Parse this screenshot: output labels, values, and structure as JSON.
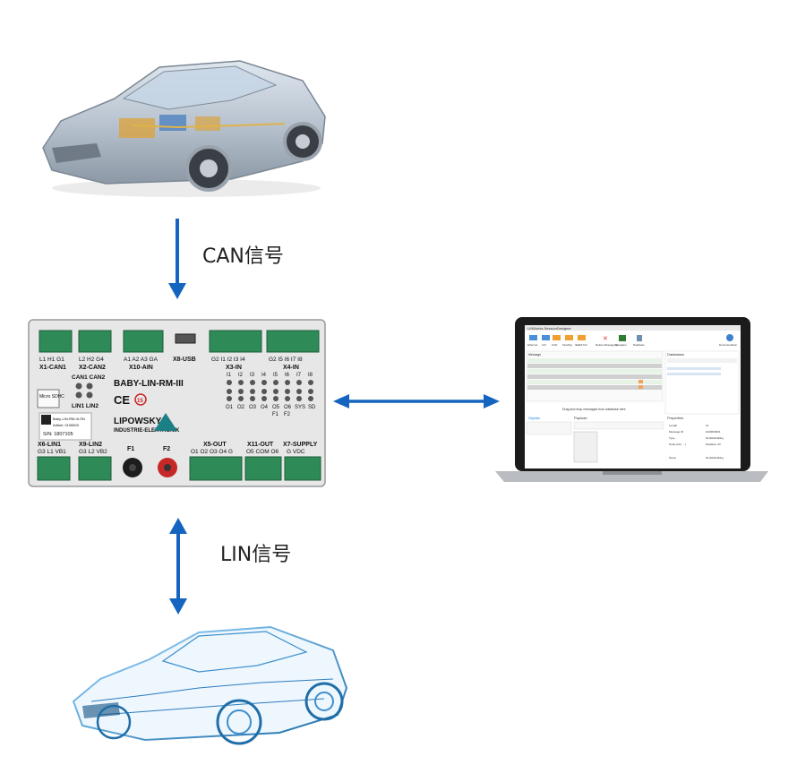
{
  "arrows": {
    "can_label": "CAN信号",
    "lin_label": "LIN信号"
  },
  "device": {
    "model": "BABY-LIN-RM-III",
    "brand": "LIPOWSKY",
    "brand_sub": "INDUSTRIE-ELEKTRONIK",
    "top_connectors": [
      "X1-CAN1",
      "X2-CAN2",
      "X10-AIN",
      "X8-USB",
      "X3-IN",
      "X4-IN"
    ],
    "x1_pins": "L1  H1  G1",
    "x2_pins": "L2  H2  G4",
    "x10_pins": "A1 A2 A3 GA",
    "x3_pins": "G2  I1  I2  I3  I4",
    "x4_pins": "G2  I5  I6  I7  I8",
    "bottom_connectors": [
      "X6-LIN1",
      "X9-LIN2",
      "F1",
      "F2",
      "X5-OUT",
      "X11-OUT",
      "X7-SUPPLY"
    ],
    "x6_pins": "G3  L1  VB1",
    "x9_pins": "G3  L2  VB2",
    "x5_pins": "O1  O2  O3  O4  G",
    "x11_pins": "O5 COM O6",
    "x7_pins": "G   VDC",
    "led_row1": [
      "I1",
      "I2",
      "I3",
      "I4",
      "I5",
      "I6",
      "I7",
      "I8"
    ],
    "led_row2": [
      "O1",
      "O2",
      "O3",
      "O4",
      "O5",
      "O6",
      "SYS",
      "SD"
    ],
    "led_row2_sub": [
      "F1",
      "F2"
    ],
    "can_leds": "CAN1  CAN2",
    "lin_leds": "LIN1  LIN2",
    "sd_card": "Micro SDHC",
    "serial_label": "Baby-LIN-RM-III-SN",
    "article": "Artikel: 0105503",
    "sn": "S/N: 1807105",
    "ce": "CE",
    "mark": "15"
  },
  "software": {
    "title": "LINWorks SessionDesigner",
    "toolbar": [
      "Ethernet",
      "LIN",
      "CAN",
      "FlexRay",
      "IEEE1722",
      "Delete Message(s)",
      "Navigator",
      "Database",
      "Documentation"
    ],
    "left_header": "Message",
    "right_header": "Databases",
    "hint": "Drag and drop messages from database here",
    "signals": "Signals",
    "payload": "Payload",
    "properties": "Properties",
    "prop_rows": [
      [
        "Length",
        "14"
      ],
      [
        "Message ID",
        "0x00000001"
      ],
      [
        "Type",
        "NonRollCalling"
      ],
      [
        "Node (LIN, ...)",
        "Disabled, 40"
      ],
      [
        "Name",
        "NonRollCalling"
      ]
    ]
  },
  "colors": {
    "arrow": "#1565c0",
    "terminal": "#2e8b57",
    "device_body": "#e6e6e6"
  }
}
